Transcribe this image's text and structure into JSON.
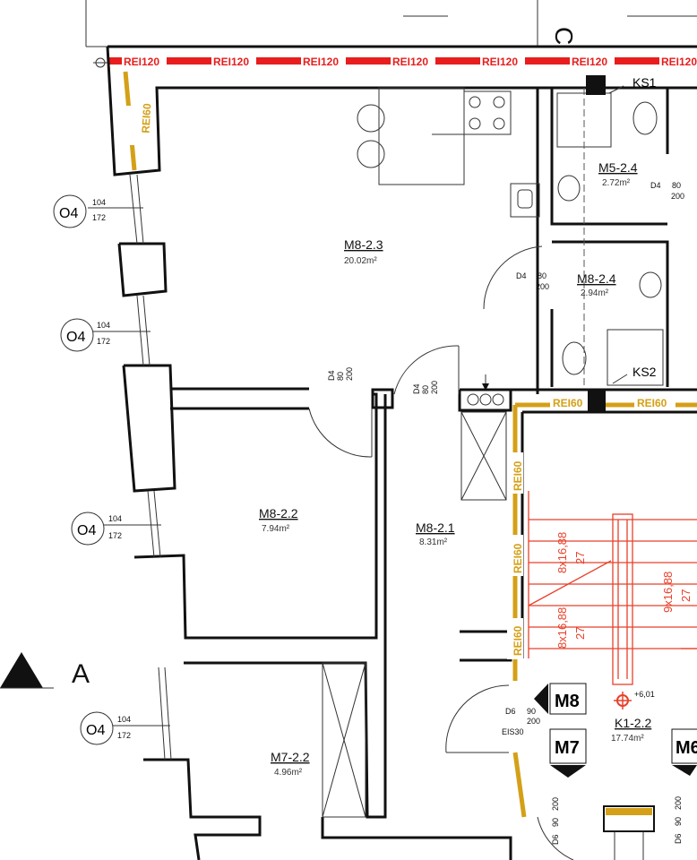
{
  "fire_labels": {
    "rei120": "REI120",
    "rei60": "REI60",
    "ei30": "EIS30"
  },
  "rooms": [
    {
      "id": "M8-2.3",
      "area": "20.02m²"
    },
    {
      "id": "M8-2.2",
      "area": "7.94m²"
    },
    {
      "id": "M8-2.1",
      "area": "8.31m²"
    },
    {
      "id": "M8-2.4",
      "area": "2.94m²"
    },
    {
      "id": "M5-2.4",
      "area": "2.72m²"
    },
    {
      "id": "M7-2.2",
      "area": "4.96m²"
    },
    {
      "id": "K1-2.2",
      "area": "17.74m²"
    }
  ],
  "windows": [
    {
      "type": "O4",
      "width": "104",
      "height": "172"
    },
    {
      "type": "O4",
      "width": "104",
      "height": "172"
    },
    {
      "type": "O4",
      "width": "104",
      "height": "172"
    },
    {
      "type": "O4",
      "width": "104",
      "height": "172"
    }
  ],
  "doors": [
    {
      "type": "D4",
      "width": "80",
      "height": "200"
    },
    {
      "type": "D6",
      "width": "90",
      "height": "200"
    }
  ],
  "shafts": [
    "KS1",
    "KS2"
  ],
  "section_marks": [
    "A",
    "C"
  ],
  "markers": [
    "M8",
    "M7",
    "M6"
  ],
  "stairs": {
    "flight": "8x16,88",
    "tread": "27",
    "flight2": "9x16,88"
  },
  "level": "+6,01",
  "colors": {
    "fire_red": "#e81d1d",
    "fire_gold": "#d4a017",
    "stair_red": "#e8402a",
    "wall": "#111111"
  }
}
